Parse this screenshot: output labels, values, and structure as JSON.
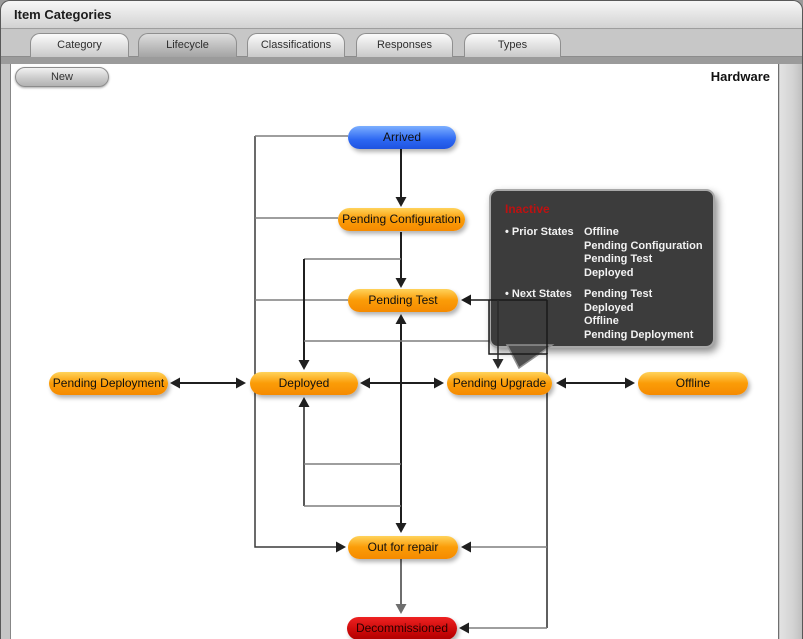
{
  "window": {
    "title": "Item Categories",
    "context_label": "Hardware"
  },
  "tabs": [
    {
      "id": "category",
      "label": "Category",
      "active": false
    },
    {
      "id": "lifecycle",
      "label": "Lifecycle",
      "active": true
    },
    {
      "id": "classifications",
      "label": "Classifications",
      "active": false
    },
    {
      "id": "responses",
      "label": "Responses",
      "active": false
    },
    {
      "id": "types",
      "label": "Types",
      "active": false
    }
  ],
  "toolbar": {
    "new_button": "New"
  },
  "diagram": {
    "nodes": [
      {
        "id": "arrived",
        "label": "Arrived",
        "kind": "start-state"
      },
      {
        "id": "pending-configuration",
        "label": "Pending Configuration",
        "kind": "transitional-state"
      },
      {
        "id": "pending-test",
        "label": "Pending Test",
        "kind": "transitional-state"
      },
      {
        "id": "pending-deployment",
        "label": "Pending Deployment",
        "kind": "transitional-state"
      },
      {
        "id": "deployed",
        "label": "Deployed",
        "kind": "transitional-state"
      },
      {
        "id": "pending-upgrade",
        "label": "Pending Upgrade",
        "kind": "transitional-state"
      },
      {
        "id": "offline",
        "label": "Offline",
        "kind": "transitional-state"
      },
      {
        "id": "out-for-repair",
        "label": "Out for repair",
        "kind": "transitional-state"
      },
      {
        "id": "decommissioned",
        "label": "Decommissioned",
        "kind": "end-state"
      }
    ],
    "tooltip": {
      "title": "Inactive",
      "sections": [
        {
          "label": "Prior States",
          "values": [
            "Offline",
            "Pending Configuration",
            "Pending Test",
            "Deployed"
          ]
        },
        {
          "label": "Next States",
          "values": [
            "Pending Test",
            "Deployed",
            "Offline",
            "Pending Deployment"
          ]
        }
      ]
    }
  },
  "colors": {
    "state_orange": "#FB9D08",
    "state_blue": "#2C67F2",
    "state_red": "#C40505",
    "tooltip_background": "#3C3C3C",
    "tooltip_title_red": "#BE1111",
    "chrome_gray": "#C7C7C7"
  }
}
